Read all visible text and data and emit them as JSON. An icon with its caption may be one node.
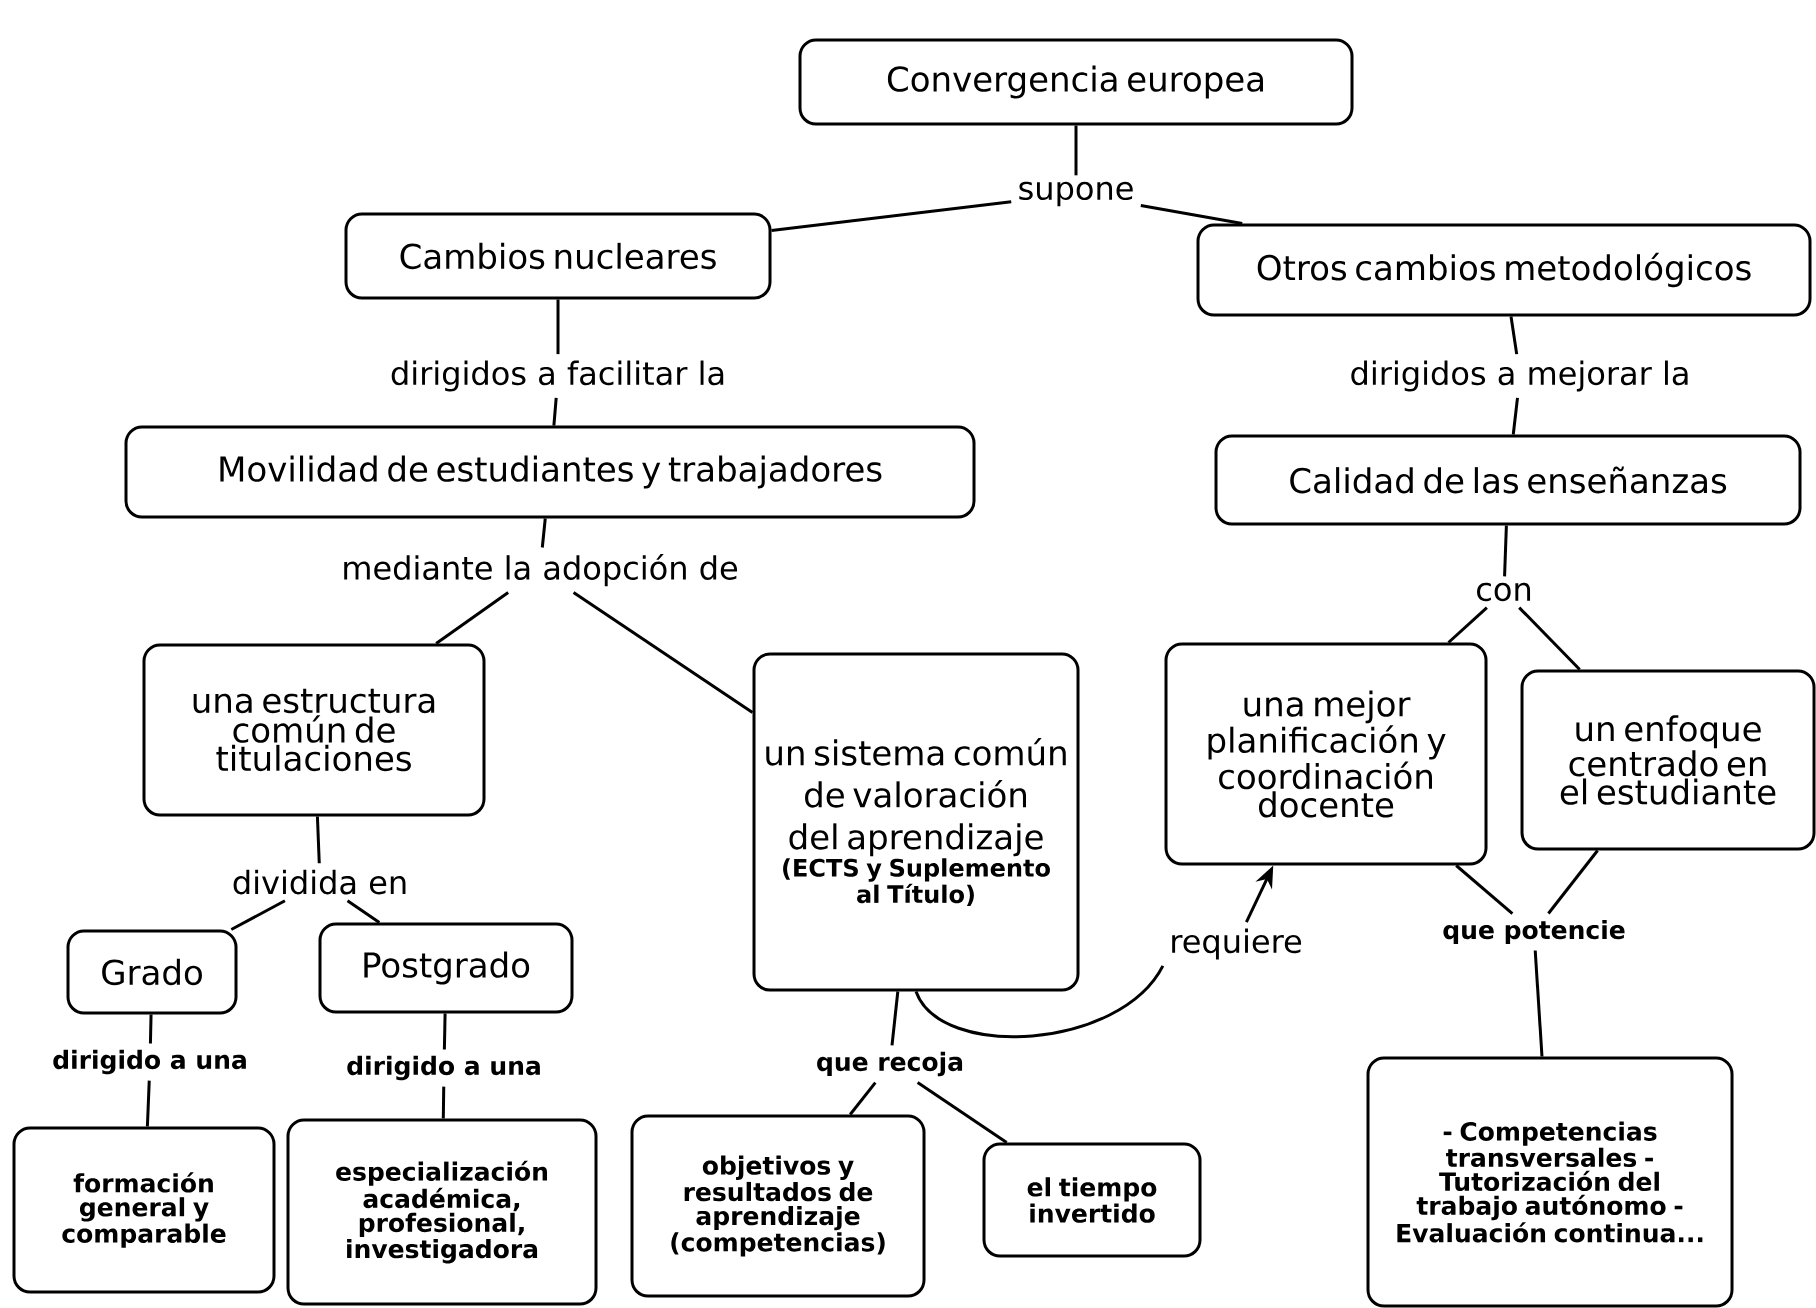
{
  "diagram": {
    "nodes": [
      {
        "text": [
          "Convergencia europea"
        ]
      },
      {
        "text": [
          "supone"
        ]
      },
      {
        "text": [
          "Cambios nucleares"
        ]
      },
      {
        "text": [
          "Otros cambios metodológicos"
        ]
      },
      {
        "text": [
          "dirigidos a facilitar la"
        ]
      },
      {
        "text": [
          "dirigidos a mejorar la"
        ]
      },
      {
        "text": [
          "Movilidad de estudiantes y trabajadores"
        ]
      },
      {
        "text": [
          "Calidad de las enseñanzas"
        ]
      },
      {
        "text": [
          "mediante la adopción de"
        ]
      },
      {
        "text": [
          "con"
        ]
      },
      {
        "text": [
          "una estructura común de titulaciones"
        ]
      },
      {
        "text": [
          "un sistema común de valoración del aprendizaje",
          "(ECTS y Suplemento al Título)"
        ]
      },
      {
        "text": [
          "una mejor planificación y coordinación docente"
        ]
      },
      {
        "text": [
          "un enfoque centrado en el estudiante"
        ]
      },
      {
        "text": [
          "dividida en"
        ]
      },
      {
        "text": [
          "Grado"
        ]
      },
      {
        "text": [
          "Postgrado"
        ]
      },
      {
        "text": [
          "requiere"
        ]
      },
      {
        "text": [
          "que potencie"
        ]
      },
      {
        "text": [
          "dirigido a una"
        ]
      },
      {
        "text": [
          "dirigido a una"
        ]
      },
      {
        "text": [
          "que recoja"
        ]
      },
      {
        "text": [
          "formación general y comparable"
        ]
      },
      {
        "text": [
          "especialización académica, profesional, investigadora"
        ]
      },
      {
        "text": [
          "objetivos y resultados de aprendizaje (competencias)"
        ]
      },
      {
        "text": [
          "el tiempo invertido"
        ]
      },
      {
        "text": [
          "- Competencias transversales - Tutorización del trabajo autónomo - Evaluación continua..."
        ]
      }
    ],
    "edges": [
      {
        "from": 0,
        "to": 1,
        "arrow": "none"
      },
      {
        "from": 1,
        "to": 2,
        "arrow": "none"
      },
      {
        "from": 1,
        "to": 3,
        "arrow": "none"
      },
      {
        "from": 2,
        "to": 4,
        "arrow": "none"
      },
      {
        "from": 4,
        "to": 6,
        "arrow": "none"
      },
      {
        "from": 3,
        "to": 5,
        "arrow": "none"
      },
      {
        "from": 5,
        "to": 7,
        "arrow": "none"
      },
      {
        "from": 6,
        "to": 8,
        "arrow": "none"
      },
      {
        "from": 8,
        "to": 10,
        "arrow": "none"
      },
      {
        "from": 8,
        "to": 11,
        "arrow": "none"
      },
      {
        "from": 7,
        "to": 9,
        "arrow": "none"
      },
      {
        "from": 9,
        "to": 12,
        "arrow": "none"
      },
      {
        "from": 9,
        "to": 13,
        "arrow": "none"
      },
      {
        "from": 10,
        "to": 14,
        "arrow": "none"
      },
      {
        "from": 14,
        "to": 15,
        "arrow": "none"
      },
      {
        "from": 14,
        "to": 16,
        "arrow": "none"
      },
      {
        "from": 15,
        "to": 19,
        "arrow": "none"
      },
      {
        "from": 19,
        "to": 22,
        "arrow": "none"
      },
      {
        "from": 16,
        "to": 20,
        "arrow": "none"
      },
      {
        "from": 20,
        "to": 23,
        "arrow": "none"
      },
      {
        "from": 11,
        "to": 21,
        "arrow": "none"
      },
      {
        "from": 21,
        "to": 24,
        "arrow": "none"
      },
      {
        "from": 21,
        "to": 25,
        "arrow": "none"
      },
      {
        "from": 11,
        "to": 17,
        "arrow": "none"
      },
      {
        "from": 17,
        "to": 12,
        "arrow": "to"
      },
      {
        "from": 12,
        "to": 18,
        "arrow": "none"
      },
      {
        "from": 13,
        "to": 18,
        "arrow": "none"
      },
      {
        "from": 18,
        "to": 26,
        "arrow": "none"
      }
    ]
  }
}
